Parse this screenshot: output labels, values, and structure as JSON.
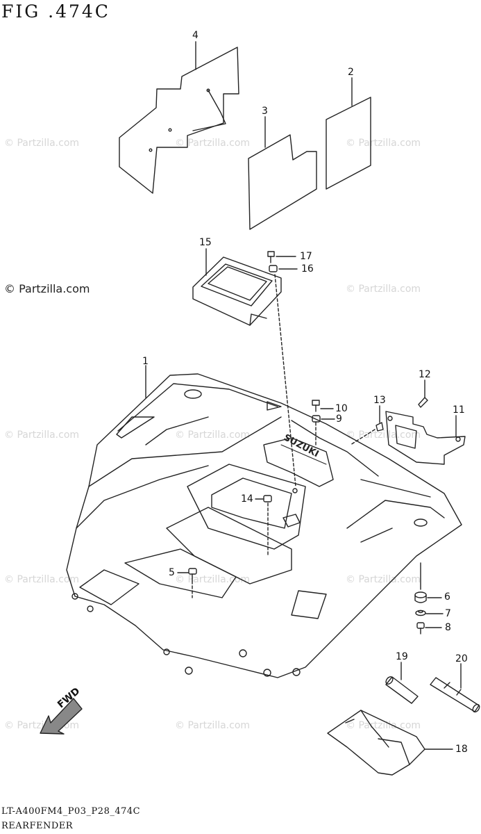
{
  "figure": {
    "title": "FIG .474C",
    "copyright": "© Partzilla.com",
    "watermark": "© Partzilla.com",
    "footer_code": "LT-A400FM4_P03_P28_474C",
    "footer_name": "REARFENDER",
    "direction_label": "FWD"
  },
  "callouts": [
    {
      "id": "1",
      "label": "1"
    },
    {
      "id": "2",
      "label": "2"
    },
    {
      "id": "3",
      "label": "3"
    },
    {
      "id": "4",
      "label": "4"
    },
    {
      "id": "5",
      "label": "5"
    },
    {
      "id": "6",
      "label": "6"
    },
    {
      "id": "7",
      "label": "7"
    },
    {
      "id": "8",
      "label": "8"
    },
    {
      "id": "9",
      "label": "9"
    },
    {
      "id": "10",
      "label": "10"
    },
    {
      "id": "11",
      "label": "11"
    },
    {
      "id": "12",
      "label": "12"
    },
    {
      "id": "13",
      "label": "13"
    },
    {
      "id": "14",
      "label": "14"
    },
    {
      "id": "15",
      "label": "15"
    },
    {
      "id": "16",
      "label": "16"
    },
    {
      "id": "17",
      "label": "17"
    },
    {
      "id": "18",
      "label": "18"
    },
    {
      "id": "19",
      "label": "19"
    },
    {
      "id": "20",
      "label": "20"
    }
  ],
  "fender_emblem": "SUZUKI"
}
